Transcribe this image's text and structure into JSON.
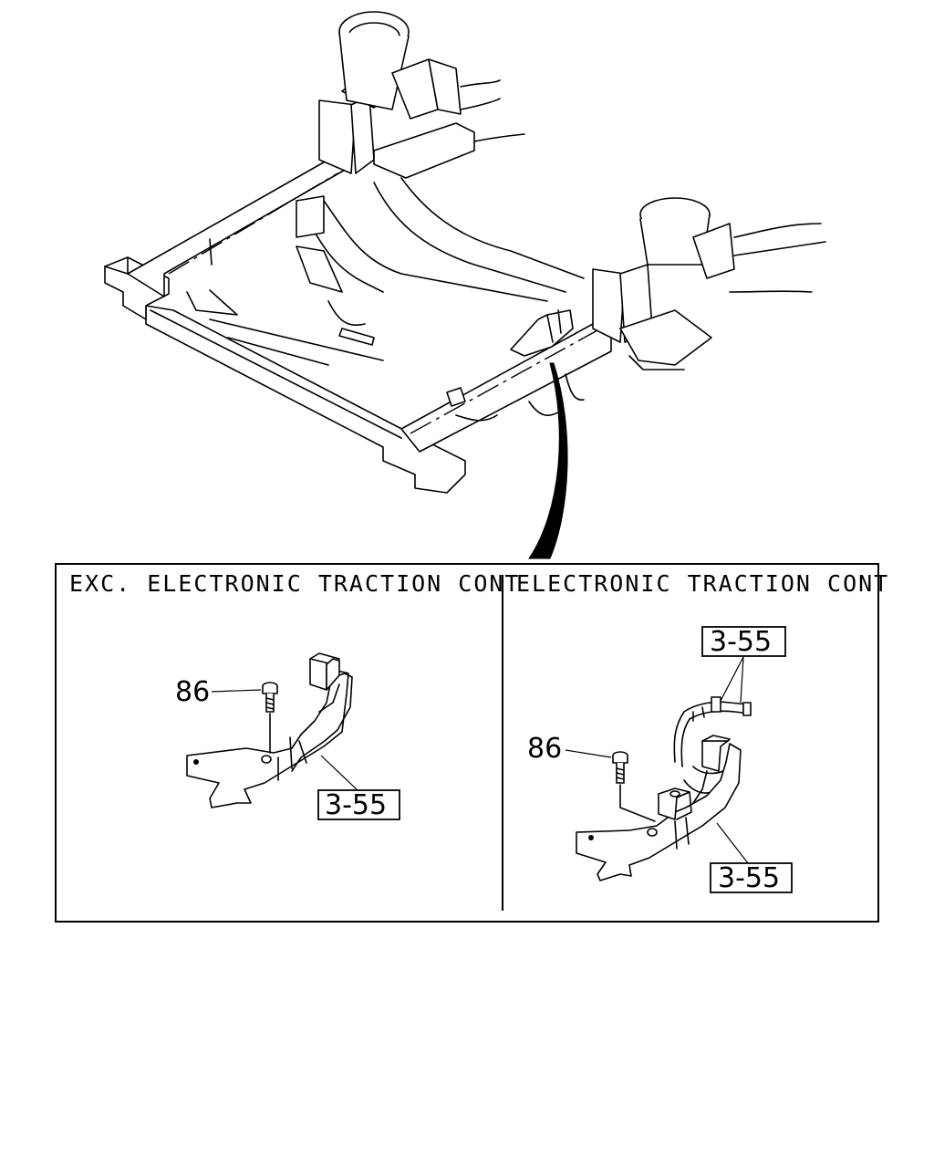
{
  "panels": {
    "left": {
      "title": "EXC. ELECTRONIC TRACTION CONT",
      "callout_bolt": "86",
      "callout_bracket": "3-55"
    },
    "right": {
      "title": "ELECTRONIC TRACTION CONT",
      "callout_bolt": "86",
      "callout_bracket": "3-55",
      "callout_harness": "3-55"
    }
  }
}
